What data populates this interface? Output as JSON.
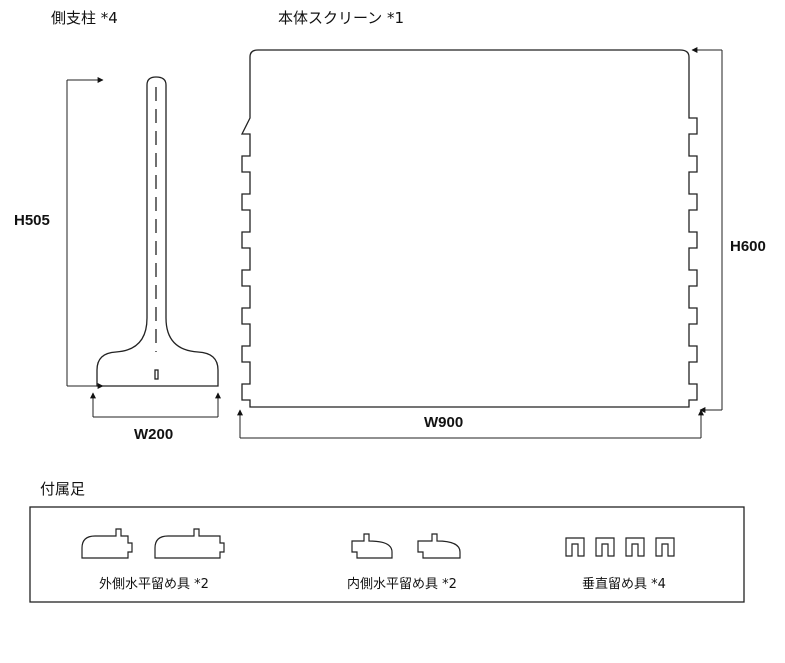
{
  "labels": {
    "side_pillar": "側支柱 *4",
    "main_screen": "本体スクリーン *1",
    "accessories": "付属足"
  },
  "dimensions": {
    "pillar_height": "H505",
    "pillar_width": "W200",
    "screen_height": "H600",
    "screen_width": "W900"
  },
  "accessory_items": {
    "outer_horizontal": "外側水平留め具 *2",
    "inner_horizontal": "内側水平留め具 *2",
    "vertical": "垂直留め具 *4"
  }
}
